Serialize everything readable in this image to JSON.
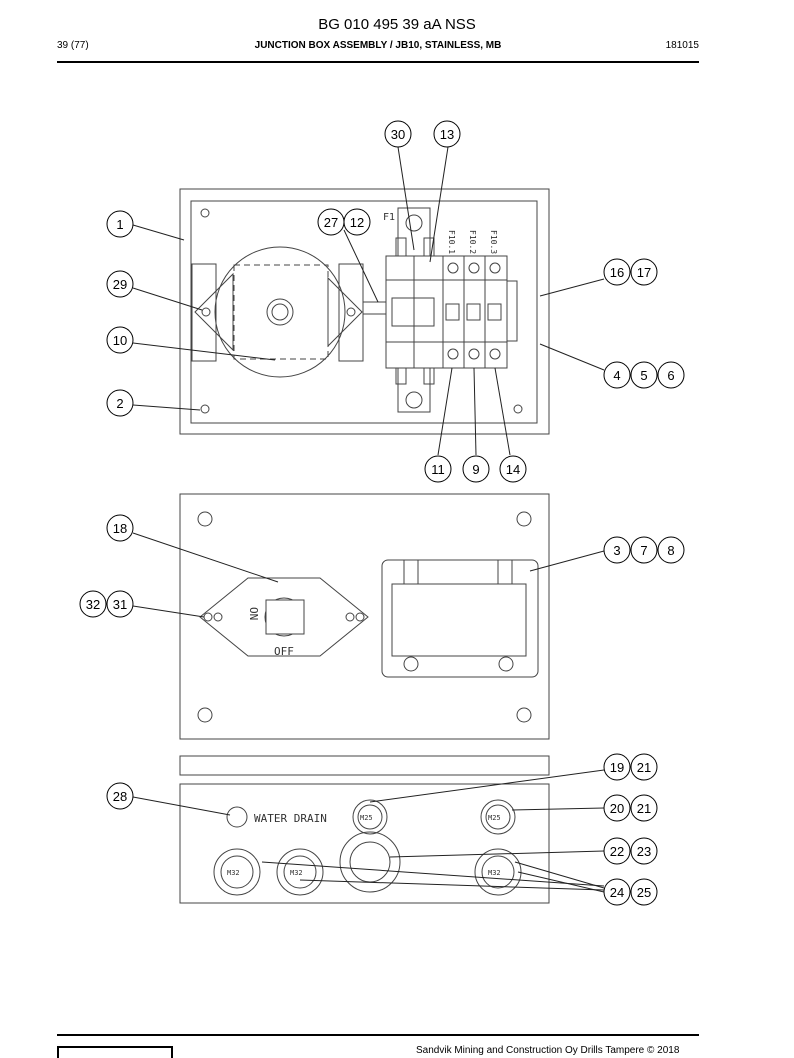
{
  "header": {
    "title": "BG 010 495 39 aA NSS",
    "page": "39 (77)",
    "subtitle": "JUNCTION BOX ASSEMBLY / JB10, STAINLESS, MB",
    "code": "181015"
  },
  "drawing": {
    "labels": {
      "f1": "F1",
      "f10_1": "F10.1",
      "f10_2": "F10.2",
      "f10_3": "F10.3",
      "on": "ON",
      "off": "OFF",
      "water_drain": "WATER DRAIN",
      "m25": "M25",
      "m32": "M32"
    },
    "callouts": [
      "30",
      "13",
      "1",
      "27",
      "12",
      "29",
      "16",
      "17",
      "10",
      "4",
      "5",
      "6",
      "2",
      "11",
      "9",
      "14",
      "18",
      "3",
      "7",
      "8",
      "32",
      "31",
      "19",
      "21",
      "28",
      "20",
      "22",
      "23",
      "24",
      "25"
    ]
  },
  "footer": {
    "text": "Sandvik Mining and Construction Oy Drills Tampere © 2018"
  }
}
